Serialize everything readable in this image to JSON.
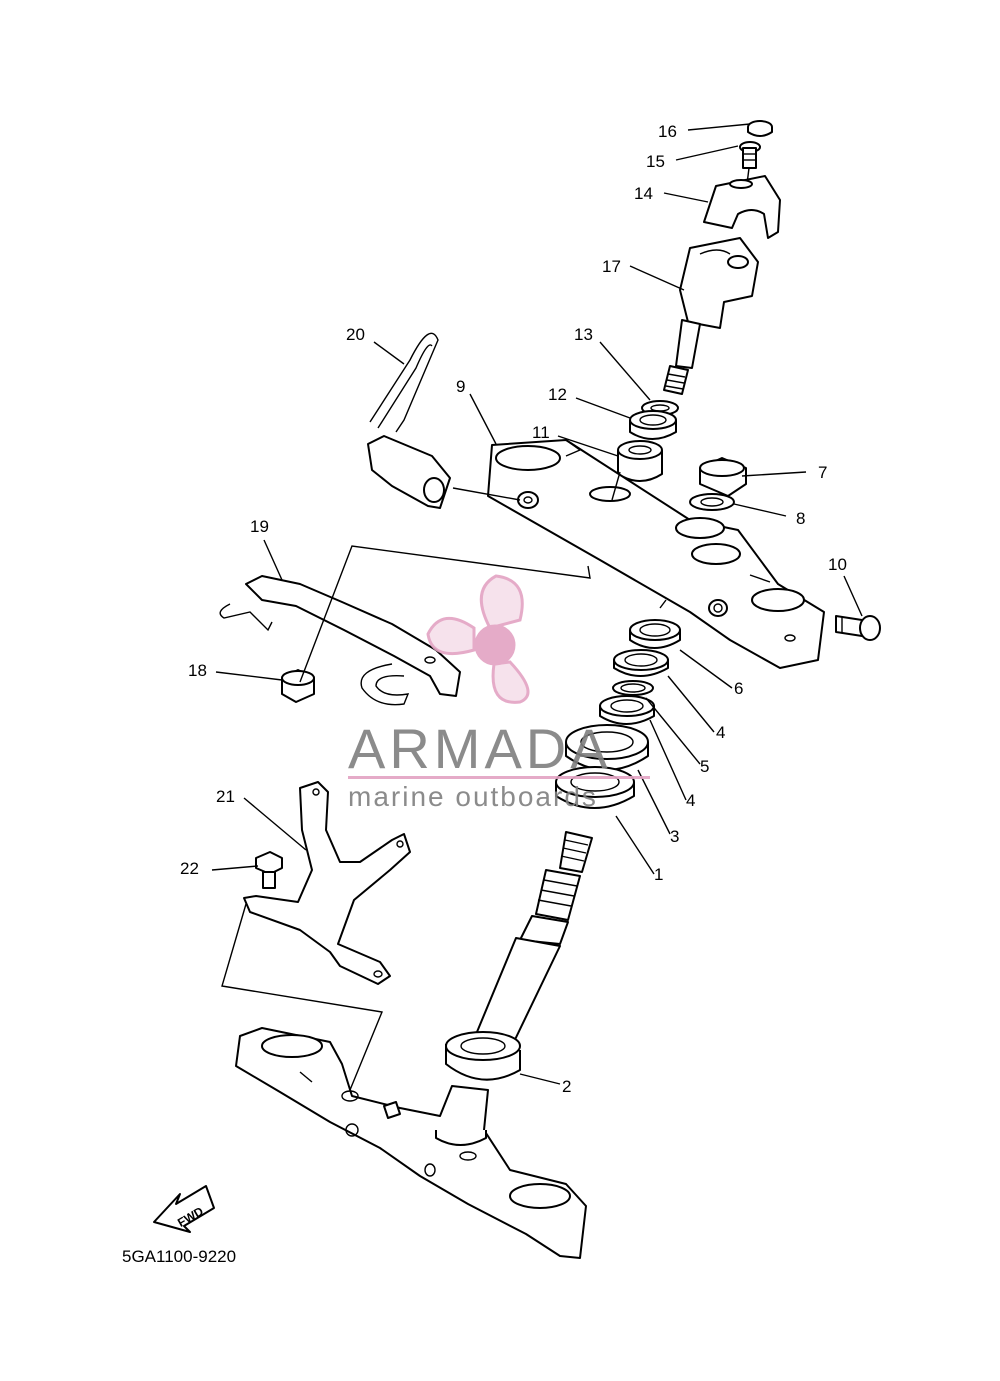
{
  "diagram": {
    "code": "5GA1100-9220",
    "fwd_label": "FWD",
    "callouts": [
      {
        "id": "c16",
        "text": "16"
      },
      {
        "id": "c15",
        "text": "15"
      },
      {
        "id": "c14",
        "text": "14"
      },
      {
        "id": "c17",
        "text": "17"
      },
      {
        "id": "c20",
        "text": "20"
      },
      {
        "id": "c13",
        "text": "13"
      },
      {
        "id": "c12",
        "text": "12"
      },
      {
        "id": "c9",
        "text": "9"
      },
      {
        "id": "c11",
        "text": "11"
      },
      {
        "id": "c7",
        "text": "7"
      },
      {
        "id": "c8",
        "text": "8"
      },
      {
        "id": "c19",
        "text": "19"
      },
      {
        "id": "c10",
        "text": "10"
      },
      {
        "id": "c18",
        "text": "18"
      },
      {
        "id": "c6",
        "text": "6"
      },
      {
        "id": "c4a",
        "text": "4"
      },
      {
        "id": "c5",
        "text": "5"
      },
      {
        "id": "c21",
        "text": "21"
      },
      {
        "id": "c4b",
        "text": "4"
      },
      {
        "id": "c3",
        "text": "3"
      },
      {
        "id": "c22",
        "text": "22"
      },
      {
        "id": "c1",
        "text": "1"
      },
      {
        "id": "c2",
        "text": "2"
      }
    ]
  },
  "watermark": {
    "brand": "ARMADA",
    "tagline": "marine outboards",
    "color": "#e3a3c3",
    "text_color": "#7f7f7f"
  }
}
